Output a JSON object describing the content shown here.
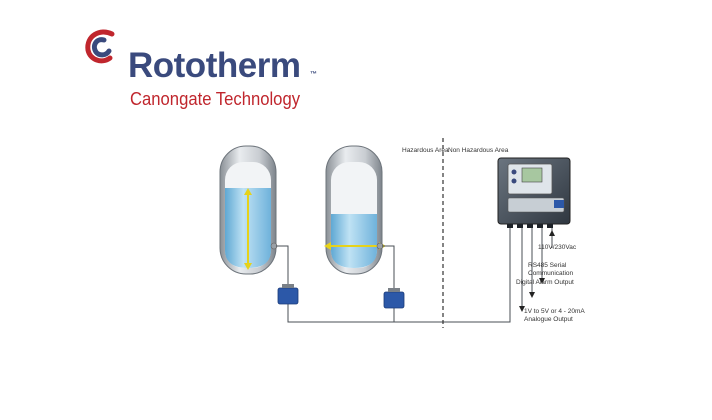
{
  "logo": {
    "brand_part1": "Roto",
    "brand_part2": "therm",
    "trademark": "™",
    "tagline": "Canongate Technology",
    "colors": {
      "navy": "#3a4a7d",
      "red": "#c0262d"
    }
  },
  "diagram": {
    "area_labels": {
      "hazardous": "Hazardous Area",
      "non_hazardous": "Non Hazardous Area"
    },
    "outputs": {
      "power": "110V/230Vac",
      "serial_line1": "RS485 Serial",
      "serial_line2": "Communication",
      "alarm": "Digital Alarm Output",
      "analogue_line1": "1V to 5V or 4 - 20mA",
      "analogue_line2": "Analogue Output"
    },
    "colors": {
      "liquid": "#8fc9e8",
      "arrow": "#e6d21a",
      "converter": "#2c58a8",
      "controller": "#4a5560"
    }
  }
}
